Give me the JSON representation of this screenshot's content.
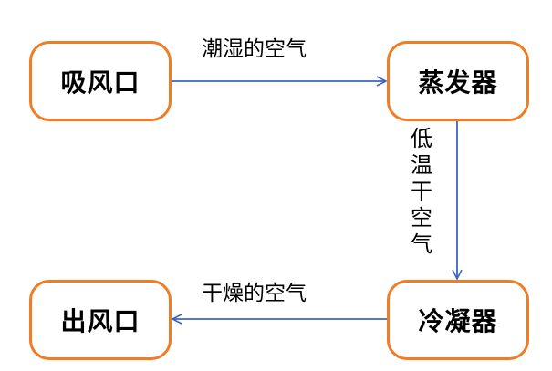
{
  "nodes": {
    "intake": "吸风口",
    "evaporator": "蒸发器",
    "condenser": "冷凝器",
    "outlet": "出风口"
  },
  "edges": {
    "intake_to_evaporator": "潮湿的空气",
    "evaporator_to_condenser": "低温干空气",
    "condenser_to_outlet": "干燥的空气"
  },
  "colors": {
    "node_border": "#ef7d26",
    "arrow": "#3b64c4"
  }
}
